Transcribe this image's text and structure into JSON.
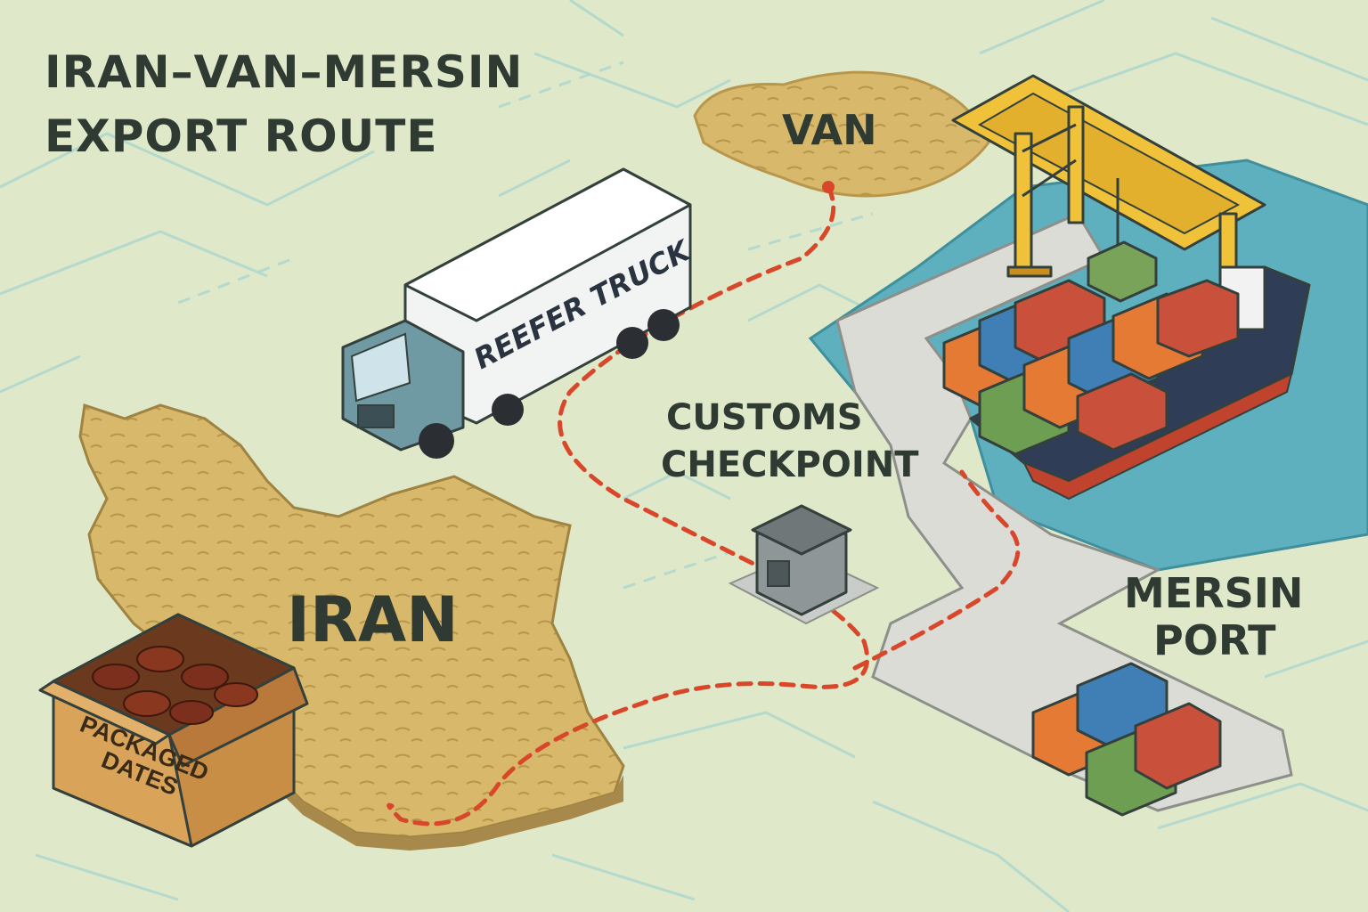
{
  "title": {
    "line1": "IRAN–VAN–MERSIN",
    "line2": "EXPORT ROUTE"
  },
  "places": {
    "van": "VAN",
    "iran": "IRAN",
    "customs_line1": "CUSTOMS",
    "customs_line2": "CHECKPOINT",
    "mersin_line1": "MERSIN",
    "mersin_line2": "PORT"
  },
  "truck": {
    "label": "REEFER TRUCK"
  },
  "box": {
    "line1": "PACKAGED",
    "line2": "DATES"
  },
  "icons": [
    "reefer-truck-icon",
    "cardboard-box-icon",
    "customs-booth-icon",
    "gantry-crane-icon",
    "cargo-ship-icon",
    "shipping-container-icon"
  ],
  "colors": {
    "background": "#dfe9c9",
    "land": "#d8b96b",
    "sea": "#5fb0bf",
    "route": "#d9472b",
    "text": "#2f3a33"
  }
}
